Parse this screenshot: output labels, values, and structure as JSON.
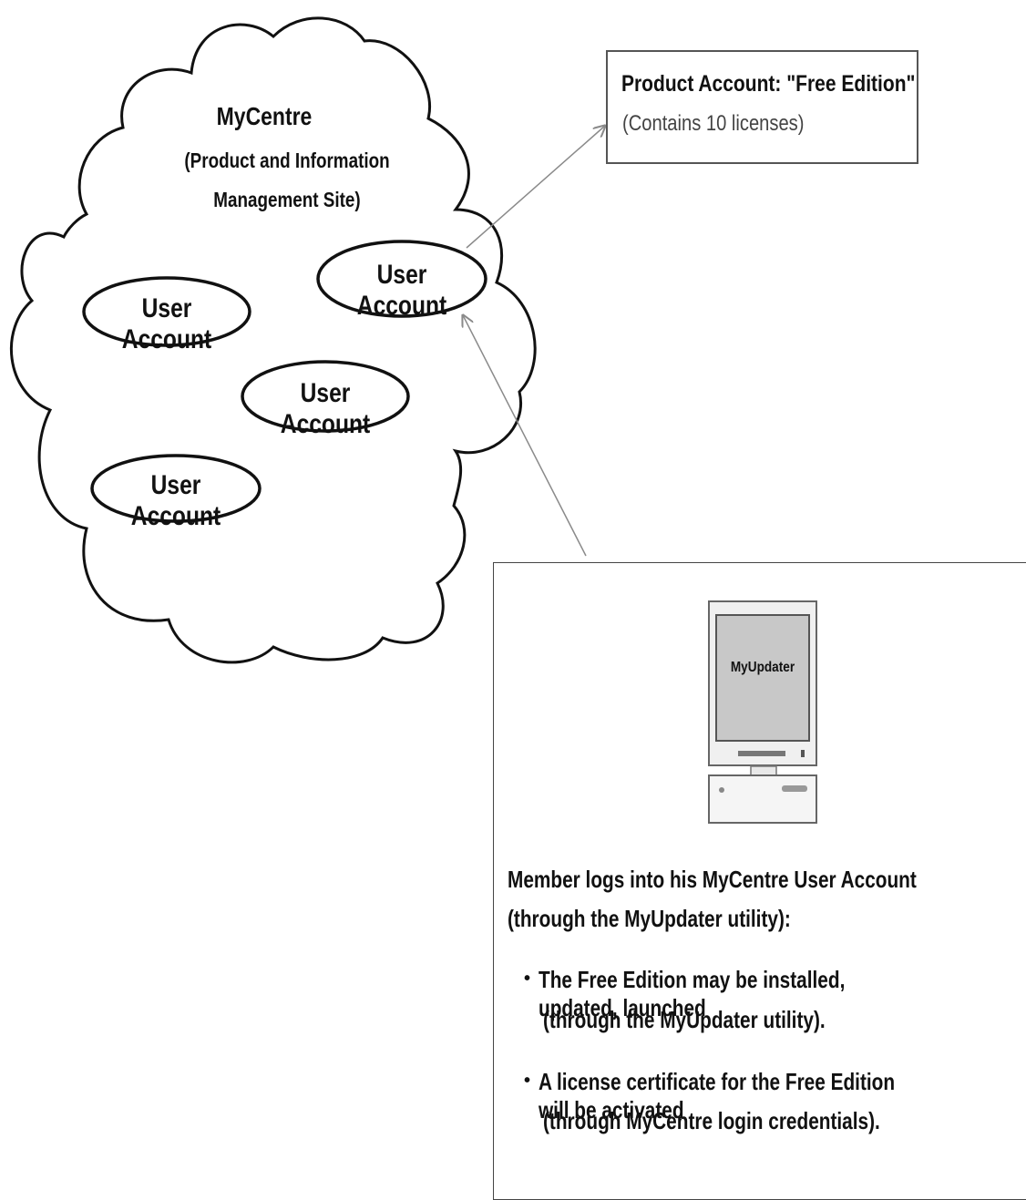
{
  "cloud": {
    "title": "MyCentre",
    "subtitle_line1": "(Product and Information",
    "subtitle_line2": "Management Site)"
  },
  "user_accounts": [
    "User Account",
    "User Account",
    "User Account",
    "User Account"
  ],
  "product_account": {
    "title": "Product Account: \"Free Edition\"",
    "subtitle": "(Contains 10 licenses)"
  },
  "computer": {
    "screen_label": "MyUpdater",
    "icon": "desktop-computer-icon"
  },
  "info": {
    "line1": "Member logs into his MyCentre User Account",
    "line2": "(through the MyUpdater utility):",
    "bullets": [
      {
        "line1": "The Free Edition may be installed, updated, launched",
        "line2": "(through the MyUpdater utility)."
      },
      {
        "line1": "A license certificate for the Free Edition will be activated",
        "line2": "(through MyCentre login credentials)."
      }
    ],
    "bullet_marker": "•"
  },
  "colors": {
    "line": "#111111",
    "arrow": "#8a8a8a",
    "screen": "#c8c8c8"
  }
}
